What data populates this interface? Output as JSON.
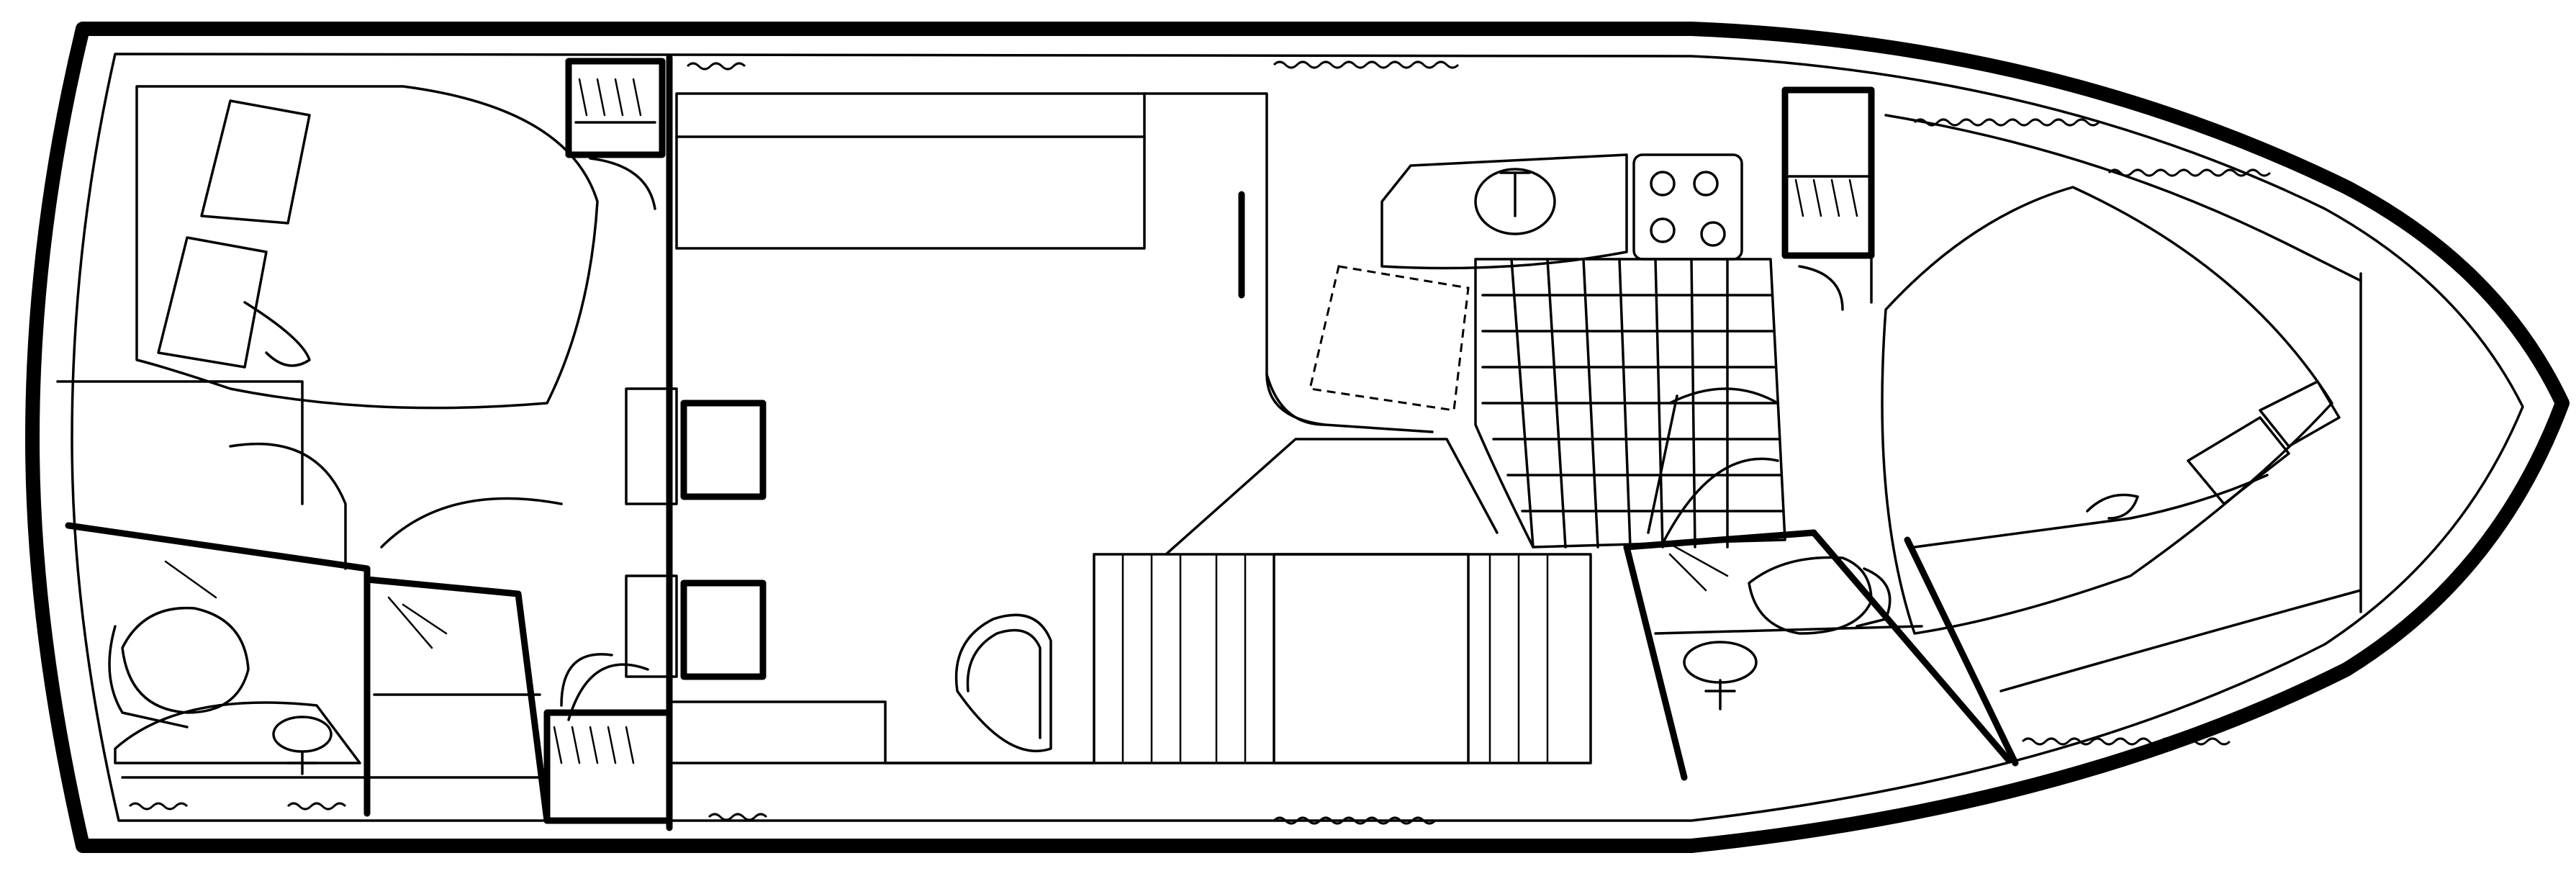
{
  "diagram": {
    "kind": "boat-floor-plan",
    "colors": {
      "line": "#000000",
      "background": "#ffffff"
    },
    "spaces": [
      "aft-stateroom",
      "aft-head",
      "stall-shower",
      "salon",
      "dinette",
      "galley",
      "companionway",
      "forward-head",
      "forward-stateroom"
    ],
    "fixtures": [
      "double-berth",
      "sofa",
      "swivel-chair",
      "dinette-seating",
      "sink",
      "stove",
      "toilet",
      "lavatory",
      "shower",
      "v-berth",
      "ladder",
      "lockers"
    ]
  }
}
